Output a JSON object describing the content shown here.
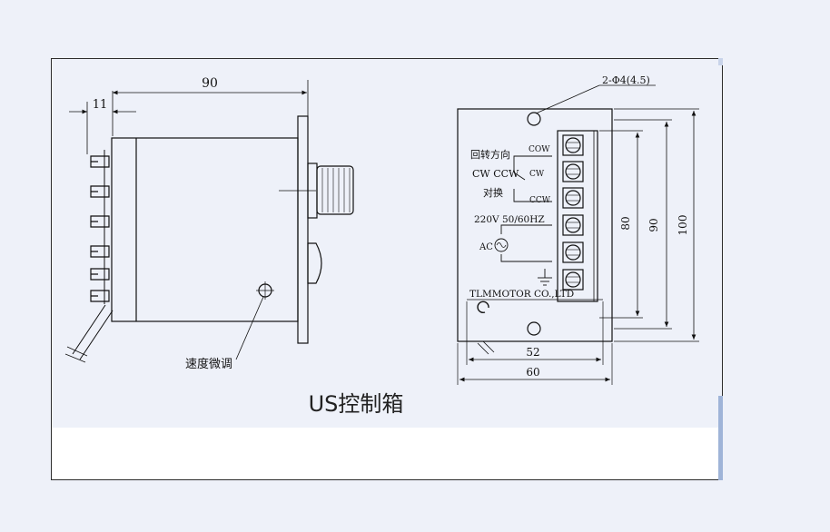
{
  "title": "US控制箱",
  "side_view": {
    "dim_width": "90",
    "dim_terminal": "11",
    "knob_label": "速度微调"
  },
  "front_view": {
    "hole_spec": "2-Φ4(4.5)",
    "rotation_label_line1": "回转方向",
    "rotation_label_line2": "CW  CCW",
    "rotation_label_line3": "对换",
    "terminal_cow": "COW",
    "terminal_cw": "CW",
    "terminal_ccw": "CCW",
    "power_label": "220V  50/60HZ",
    "ac_label": "AC",
    "brand_label": "TLMMOTOR CO.,LTD",
    "dim_80": "80",
    "dim_90": "90",
    "dim_100": "100",
    "dim_52": "52",
    "dim_60": "60"
  }
}
